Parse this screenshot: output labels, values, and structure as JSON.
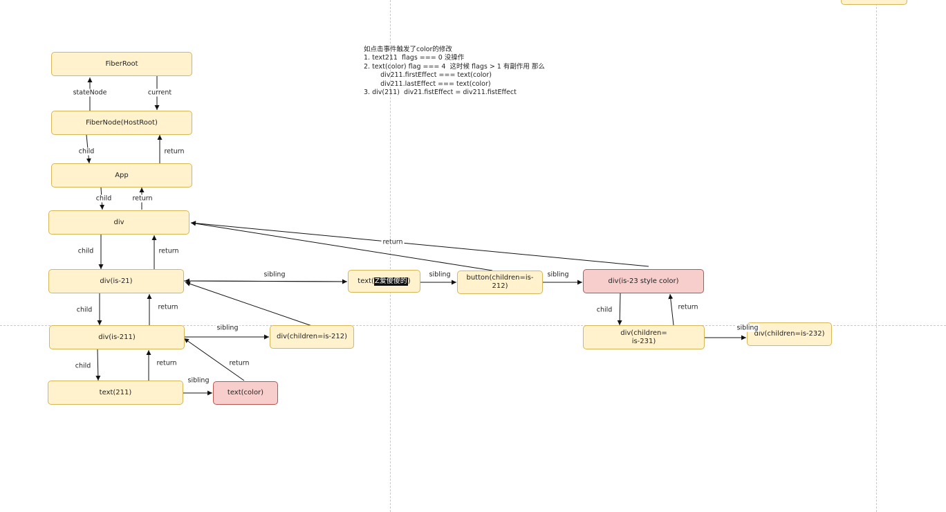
{
  "nodes": {
    "fiber_root": "FiberRoot",
    "host_root": "FiberNode(HostRoot)",
    "app": "App",
    "div": "div",
    "div_is_21": "div(is-21)",
    "div_is_211": "div(is-211)",
    "text_211": "text(211)",
    "text_color": "text(color)",
    "div_children_212": "div(children=is-212)",
    "text_z_prefix": "text(",
    "text_z_highlight": "Z爱傻傻的",
    "text_z_suffix": ")",
    "button_212": "button(children=is-212)",
    "div_is_23": "div(is-23 style color)",
    "div_children_231": "div(children=\nis-231)",
    "div_children_232": "div(children=is-232)"
  },
  "edge_labels": {
    "state_node": "stateNode",
    "current": "current",
    "child": "child",
    "return": "return",
    "sibling": "sibling"
  },
  "note": {
    "line1": "如点击事件触发了color的修改",
    "line2": "1. text211  flags === 0 没操作",
    "line3": "2. text(color) flag === 4  这时候 flags > 1 有副作用 那么",
    "line4": "        div211.firstEffect === text(color)",
    "line5": "        div211.lastEffect === text(color)",
    "line6": "3. div(211)  div21.fistEffect = div211.fistEffect"
  }
}
